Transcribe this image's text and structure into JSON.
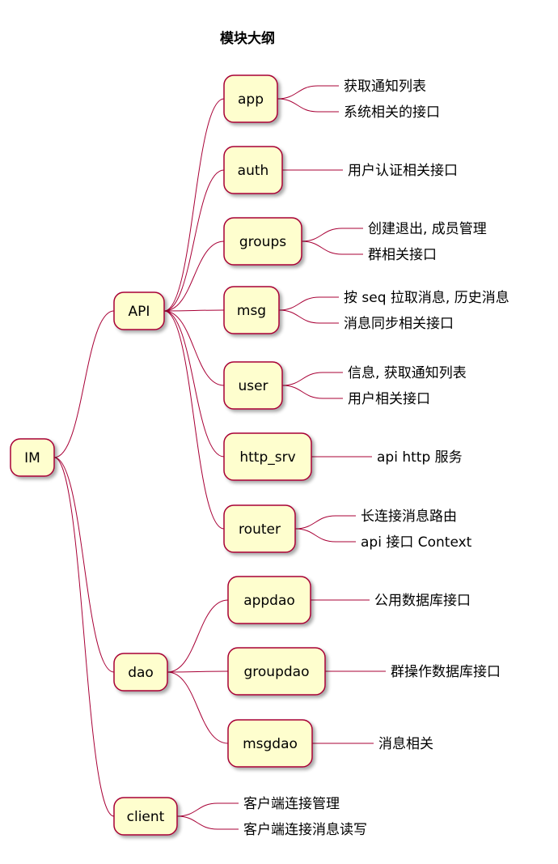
{
  "title": "模块大纲",
  "colors": {
    "node_fill": "#FEFECE",
    "node_border": "#A80036",
    "edge": "#A80036"
  },
  "root": {
    "label": "IM",
    "children": [
      {
        "label": "API",
        "children": [
          {
            "label": "app",
            "notes": [
              "获取通知列表",
              "系统相关的接口"
            ]
          },
          {
            "label": "auth",
            "notes": [
              "用户认证相关接口"
            ]
          },
          {
            "label": "groups",
            "notes": [
              "创建退出, 成员管理",
              "群相关接口"
            ]
          },
          {
            "label": "msg",
            "notes": [
              "按 seq 拉取消息, 历史消息",
              "消息同步相关接口"
            ]
          },
          {
            "label": "user",
            "notes": [
              "信息, 获取通知列表",
              "用户相关接口"
            ]
          },
          {
            "label": "http_srv",
            "notes": [
              "api http 服务"
            ]
          },
          {
            "label": "router",
            "notes": [
              "长连接消息路由",
              "api 接口 Context"
            ]
          }
        ]
      },
      {
        "label": "dao",
        "children": [
          {
            "label": "appdao",
            "notes": [
              "公用数据库接口"
            ]
          },
          {
            "label": "groupdao",
            "notes": [
              "群操作数据库接口"
            ]
          },
          {
            "label": "msgdao",
            "notes": [
              "消息相关"
            ]
          }
        ]
      },
      {
        "label": "client",
        "notes": [
          "客户端连接管理",
          "客户端连接消息读写"
        ]
      }
    ]
  }
}
